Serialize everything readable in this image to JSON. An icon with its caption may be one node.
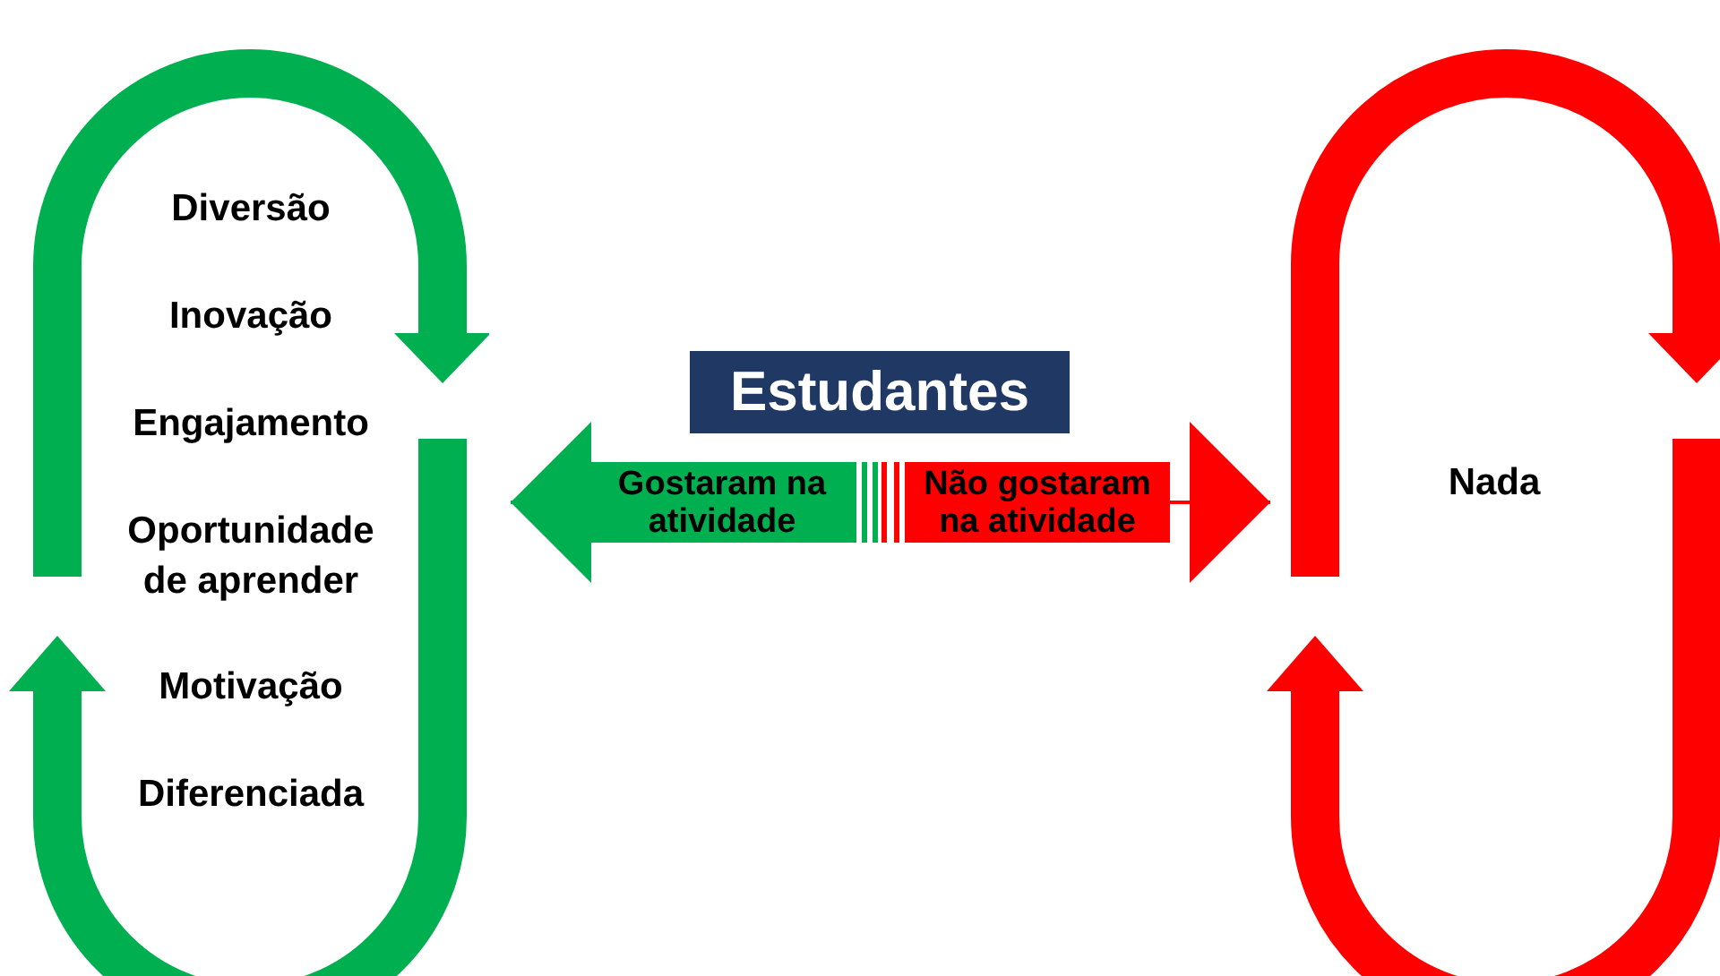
{
  "diagram": {
    "nodes": [
      {
        "text": [
          "Estudantes"
        ]
      },
      {
        "text": [
          "Gostaram na atividade"
        ]
      },
      {
        "text": [
          "Não gostaram na atividade"
        ]
      },
      {
        "text": [
          "Diversão",
          "Inovação",
          "Engajamento",
          "Oportunidade de aprender",
          "Motivação",
          "Diferenciada"
        ]
      },
      {
        "text": [
          "Nada"
        ]
      }
    ],
    "edges": [
      {
        "from": 1,
        "to": 3,
        "arrow": "to",
        "color": "#00b050"
      },
      {
        "from": 2,
        "to": 4,
        "arrow": "to",
        "color": "#ff0000"
      }
    ]
  }
}
